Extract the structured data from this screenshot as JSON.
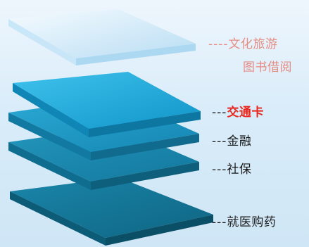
{
  "layers": [
    {
      "id": "culture",
      "dash": "----",
      "label": "文化旅游",
      "label2": "图书借阅",
      "style": "faded",
      "color": "#bfe2f7"
    },
    {
      "id": "transport",
      "dash": "---",
      "label": "交通卡",
      "style": "red",
      "color": "#1ba8dc"
    },
    {
      "id": "finance",
      "dash": "---",
      "label": "金融",
      "style": "dark",
      "color": "#1997c6"
    },
    {
      "id": "social",
      "dash": "---",
      "label": "社保",
      "style": "dark",
      "color": "#1583ad"
    },
    {
      "id": "medical",
      "dash": "---",
      "label": "就医购药",
      "style": "dark",
      "color": "#12718f"
    }
  ]
}
